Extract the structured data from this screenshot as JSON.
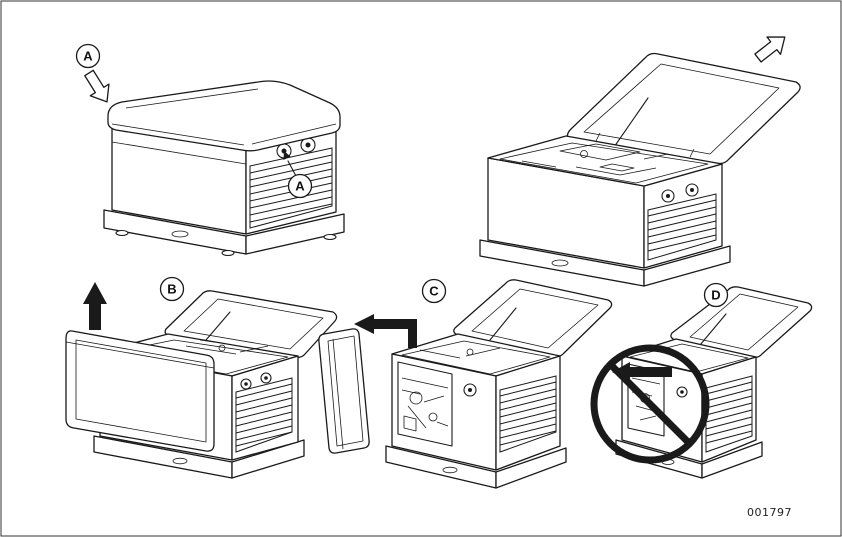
{
  "figure": {
    "code": "001797",
    "callouts": {
      "a_top": "A",
      "a_panel": "A",
      "b": "B",
      "c": "C",
      "d": "D"
    },
    "colors": {
      "line": "#1a1a1a",
      "background": "#ffffff"
    }
  }
}
